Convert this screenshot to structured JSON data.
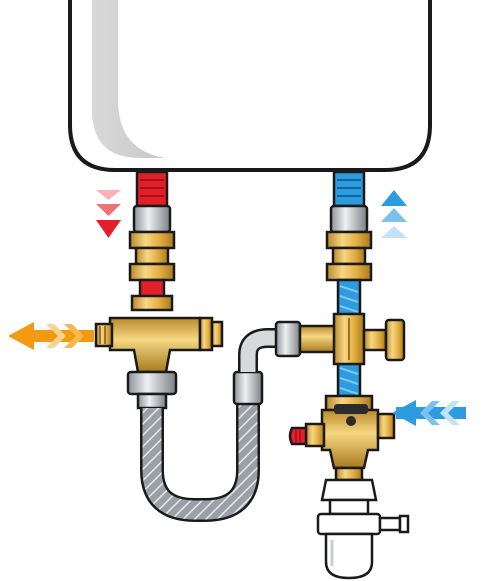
{
  "diagram": {
    "components": [
      {
        "id": "water-heater-tank",
        "label": ""
      },
      {
        "id": "hot-water-outlet-pipe",
        "label": ""
      },
      {
        "id": "cold-water-inlet-pipe",
        "label": ""
      },
      {
        "id": "thermostatic-mixing-valve",
        "label": ""
      },
      {
        "id": "flexible-braided-hose",
        "label": ""
      },
      {
        "id": "tee-fitting",
        "label": ""
      },
      {
        "id": "safety-group-valve",
        "label": ""
      },
      {
        "id": "drain-siphon-funnel",
        "label": ""
      }
    ],
    "flows": [
      {
        "id": "hot-out-from-tank",
        "direction": "down",
        "color": "#e3202a"
      },
      {
        "id": "cold-in-to-tank",
        "direction": "up",
        "color": "#2d9be0"
      },
      {
        "id": "mixed-water-out",
        "direction": "left",
        "color": "#f29a12"
      },
      {
        "id": "cold-supply-in",
        "direction": "left",
        "color": "#2d9be0"
      }
    ],
    "colors": {
      "hot": "#e3202a",
      "cold": "#2d9be0",
      "mixed": "#f29a12",
      "brass": "#e4b54a",
      "chrome": "#c9cdd2",
      "tank_body": "#ffffff",
      "outline": "#1a1a1a"
    }
  }
}
